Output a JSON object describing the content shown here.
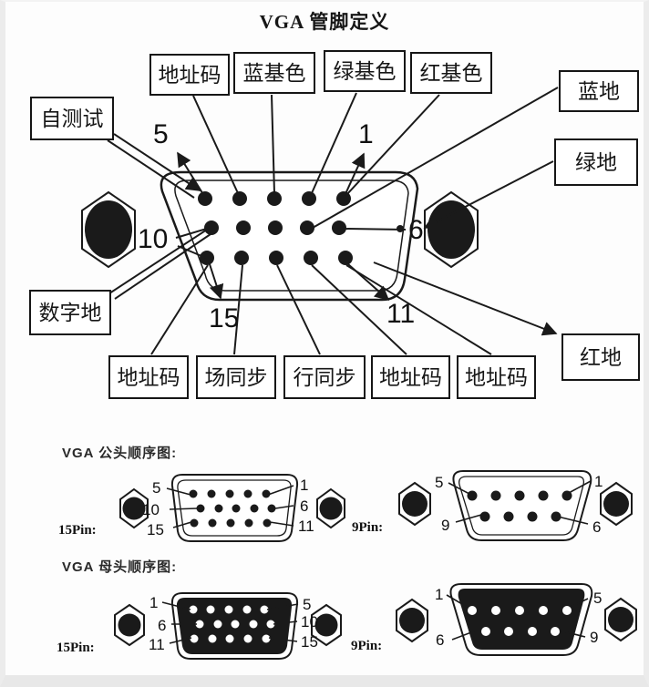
{
  "page": {
    "title": "VGA 管脚定义"
  },
  "colors": {
    "ink": "#1a1a1a",
    "paper": "#ffffff",
    "frame": "#ececec"
  },
  "main_diagram": {
    "callouts": {
      "self_test": "自测试",
      "addr_top": "地址码",
      "blue_primary": "蓝基色",
      "green_primary": "绿基色",
      "red_primary": "红基色",
      "blue_ground": "蓝地",
      "green_ground": "绿地",
      "digital_ground": "数字地",
      "addr_bottom_1": "地址码",
      "v_sync": "场同步",
      "h_sync": "行同步",
      "addr_bottom_2": "地址码",
      "addr_bottom_3": "地址码",
      "red_ground": "红地"
    },
    "pin_numbers": {
      "top_left": "5",
      "top_right": "1",
      "mid_left": "10",
      "mid_right": "6",
      "bottom_left": "15",
      "bottom_right": "11"
    }
  },
  "male_section": {
    "heading": "VGA 公头顺序图:",
    "pin15": {
      "caption": "15Pin:",
      "corners": {
        "tl": "5",
        "tr": "1",
        "ml": "10",
        "mr": "6",
        "bl": "15",
        "br": "11"
      }
    },
    "pin9": {
      "caption": "9Pin:",
      "corners": {
        "tl": "5",
        "tr": "1",
        "bl": "9",
        "br": "6"
      }
    }
  },
  "female_section": {
    "heading": "VGA 母头顺序图:",
    "pin15": {
      "caption": "15Pin:",
      "corners": {
        "tl": "1",
        "tr": "5",
        "ml": "6",
        "mr": "10",
        "bl": "11",
        "br": "15"
      }
    },
    "pin9": {
      "caption": "9Pin:",
      "corners": {
        "tl": "1",
        "tr": "5",
        "bl": "6",
        "br": "9"
      }
    }
  }
}
